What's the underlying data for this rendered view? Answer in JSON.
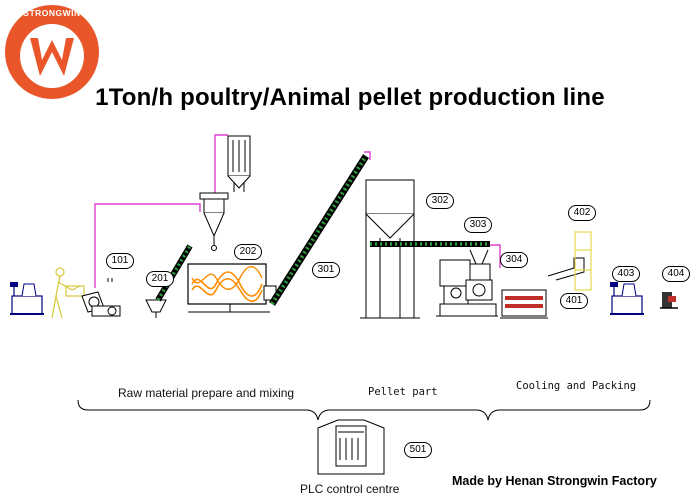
{
  "logo": {
    "wordmark": "STRONGWIN",
    "letter": "W",
    "brand_color": "#e8562a"
  },
  "title": "1Ton/h poultry/Animal pellet production line",
  "sections": {
    "raw": "Raw material prepare and mixing",
    "pellet": "Pellet part",
    "cooling": "Cooling and Packing"
  },
  "tags": {
    "t101": "101",
    "t201": "201",
    "t202": "202",
    "t301": "301",
    "t302": "302",
    "t303": "303",
    "t304": "304",
    "t401": "401",
    "t402": "402",
    "t403": "403",
    "t404": "404",
    "t501": "501"
  },
  "plc_label": "PLC control centre",
  "credit": "Made by Henan Strongwin Factory",
  "colors": {
    "pipe": "#e040d0",
    "conveyor": "#2e9e3e",
    "equipment": "#000080",
    "mixer": "#ff8c00",
    "worker": "#e6d84a"
  }
}
